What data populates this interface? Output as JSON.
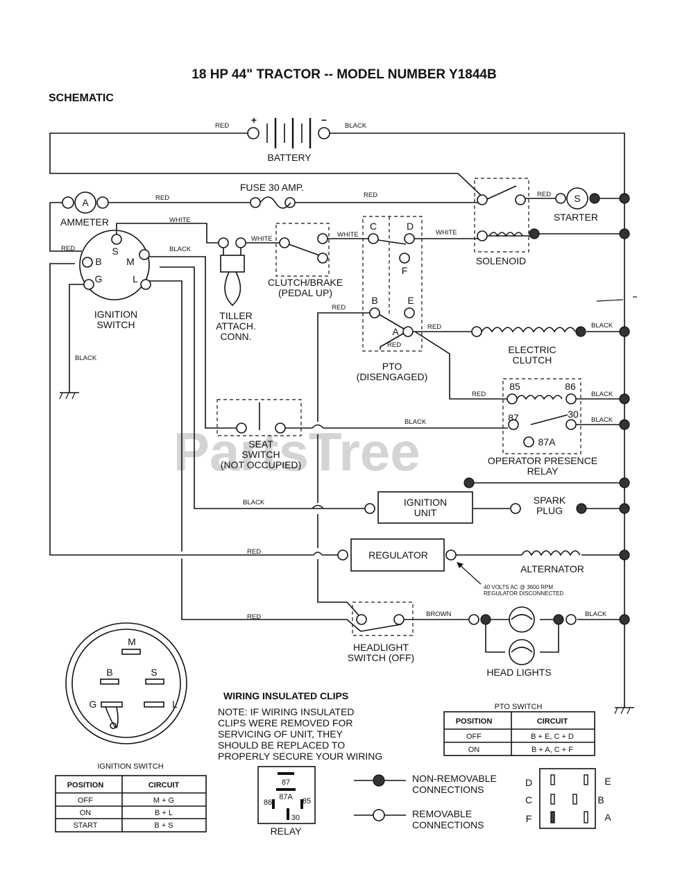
{
  "title": "18 HP 44\" TRACTOR -- MODEL NUMBER Y1844B",
  "subtitle": "SCHEMATIC",
  "watermark": "PartsTree",
  "components": {
    "battery": "BATTERY",
    "battery_plus": "+",
    "battery_minus": "−",
    "fuse": "FUSE 30 AMP.",
    "ammeter": "AMMETER",
    "ammeter_symbol": "A",
    "starter": "STARTER",
    "starter_symbol": "S",
    "solenoid": "SOLENOID",
    "ignition_switch_1": "IGNITION",
    "ignition_switch_2": "SWITCH",
    "tiller_1": "TILLER",
    "tiller_2": "ATTACH.",
    "tiller_3": "CONN.",
    "clutch_brake_1": "CLUTCH/BRAKE",
    "clutch_brake_2": "(PEDAL UP)",
    "pto_1": "PTO",
    "pto_2": "(DISENGAGED)",
    "electric_clutch_1": "ELECTRIC",
    "electric_clutch_2": "CLUTCH",
    "seat_switch_1": "SEAT",
    "seat_switch_2": "SWITCH",
    "seat_switch_3": "(NOT OCCUPIED)",
    "opr_relay_1": "OPERATOR PRESENCE",
    "opr_relay_2": "RELAY",
    "ignition_unit_1": "IGNITION",
    "ignition_unit_2": "UNIT",
    "spark_plug_1": "SPARK",
    "spark_plug_2": "PLUG",
    "regulator": "REGULATOR",
    "alternator": "ALTERNATOR",
    "alternator_note_1": "40 VOLTS AC @ 3600 RPM",
    "alternator_note_2": "REGULATOR DISCONNECTED",
    "headlight_switch_1": "HEADLIGHT",
    "headlight_switch_2": "SWITCH (OFF)",
    "head_lights": "HEAD LIGHTS"
  },
  "terminals": {
    "s": "S",
    "b": "B",
    "m": "M",
    "g": "G",
    "l": "L",
    "c": "C",
    "d": "D",
    "f": "F",
    "e": "E",
    "a": "A",
    "r85": "85",
    "r86": "86",
    "r87": "87",
    "r30": "30",
    "r87a": "87A"
  },
  "wire_colors": {
    "red": "RED",
    "black": "BLACK",
    "white": "WHITE",
    "brown": "BROWN"
  },
  "ignition_switch_face": {
    "title": "IGNITION SWITCH",
    "pins": [
      "M",
      "B",
      "S",
      "G",
      "L"
    ]
  },
  "ignition_table": {
    "headers": [
      "POSITION",
      "CIRCUIT"
    ],
    "rows": [
      [
        "OFF",
        "M + G"
      ],
      [
        "ON",
        "B + L"
      ],
      [
        "START",
        "B + S"
      ]
    ]
  },
  "clips_note": {
    "heading": "WIRING INSULATED CLIPS",
    "lines": [
      "NOTE: IF WIRING INSULATED",
      "CLIPS WERE REMOVED FOR",
      "SERVICING OF UNIT, THEY",
      "SHOULD BE REPLACED TO",
      "PROPERLY SECURE YOUR WIRING"
    ]
  },
  "relay_detail": {
    "label": "RELAY",
    "pins": [
      "87",
      "87A",
      "86",
      "85",
      "30"
    ]
  },
  "legend": {
    "non_removable_1": "NON-REMOVABLE",
    "non_removable_2": "CONNECTIONS",
    "removable_1": "REMOVABLE",
    "removable_2": "CONNECTIONS"
  },
  "pto_table": {
    "title": "PTO SWITCH",
    "headers": [
      "POSITION",
      "CIRCUIT"
    ],
    "rows": [
      [
        "OFF",
        "B + E, C + D"
      ],
      [
        "ON",
        "B + A, C + F"
      ]
    ]
  },
  "pto_face": {
    "pins_left": [
      "D",
      "C",
      "F"
    ],
    "pins_right": [
      "E",
      "B",
      "A"
    ]
  }
}
